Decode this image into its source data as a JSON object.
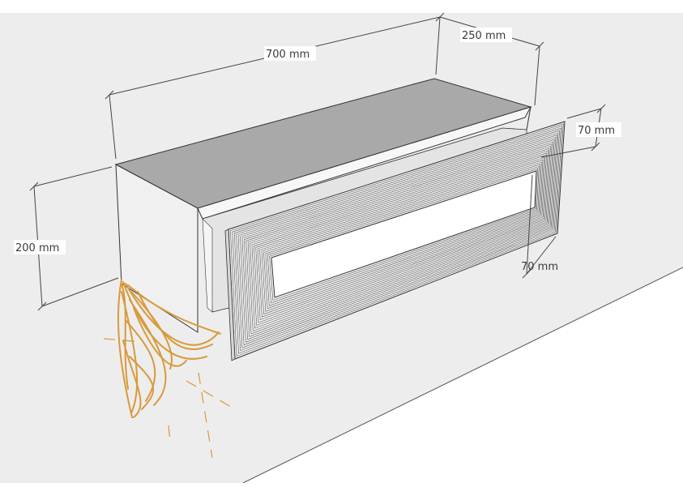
{
  "dimensions": {
    "width": "700 mm",
    "depth": "250 mm",
    "height": "200 mm",
    "front_border_top": "70 mm",
    "front_border_side": "70 mm"
  },
  "colors": {
    "background": "#ffffff",
    "ground": "#ededed",
    "top_face": "#a9a9a9",
    "side_face": "#f2f2f2",
    "front_panel": "#eeeeee",
    "pen": "#333333",
    "sketch": "#d89a3a"
  }
}
